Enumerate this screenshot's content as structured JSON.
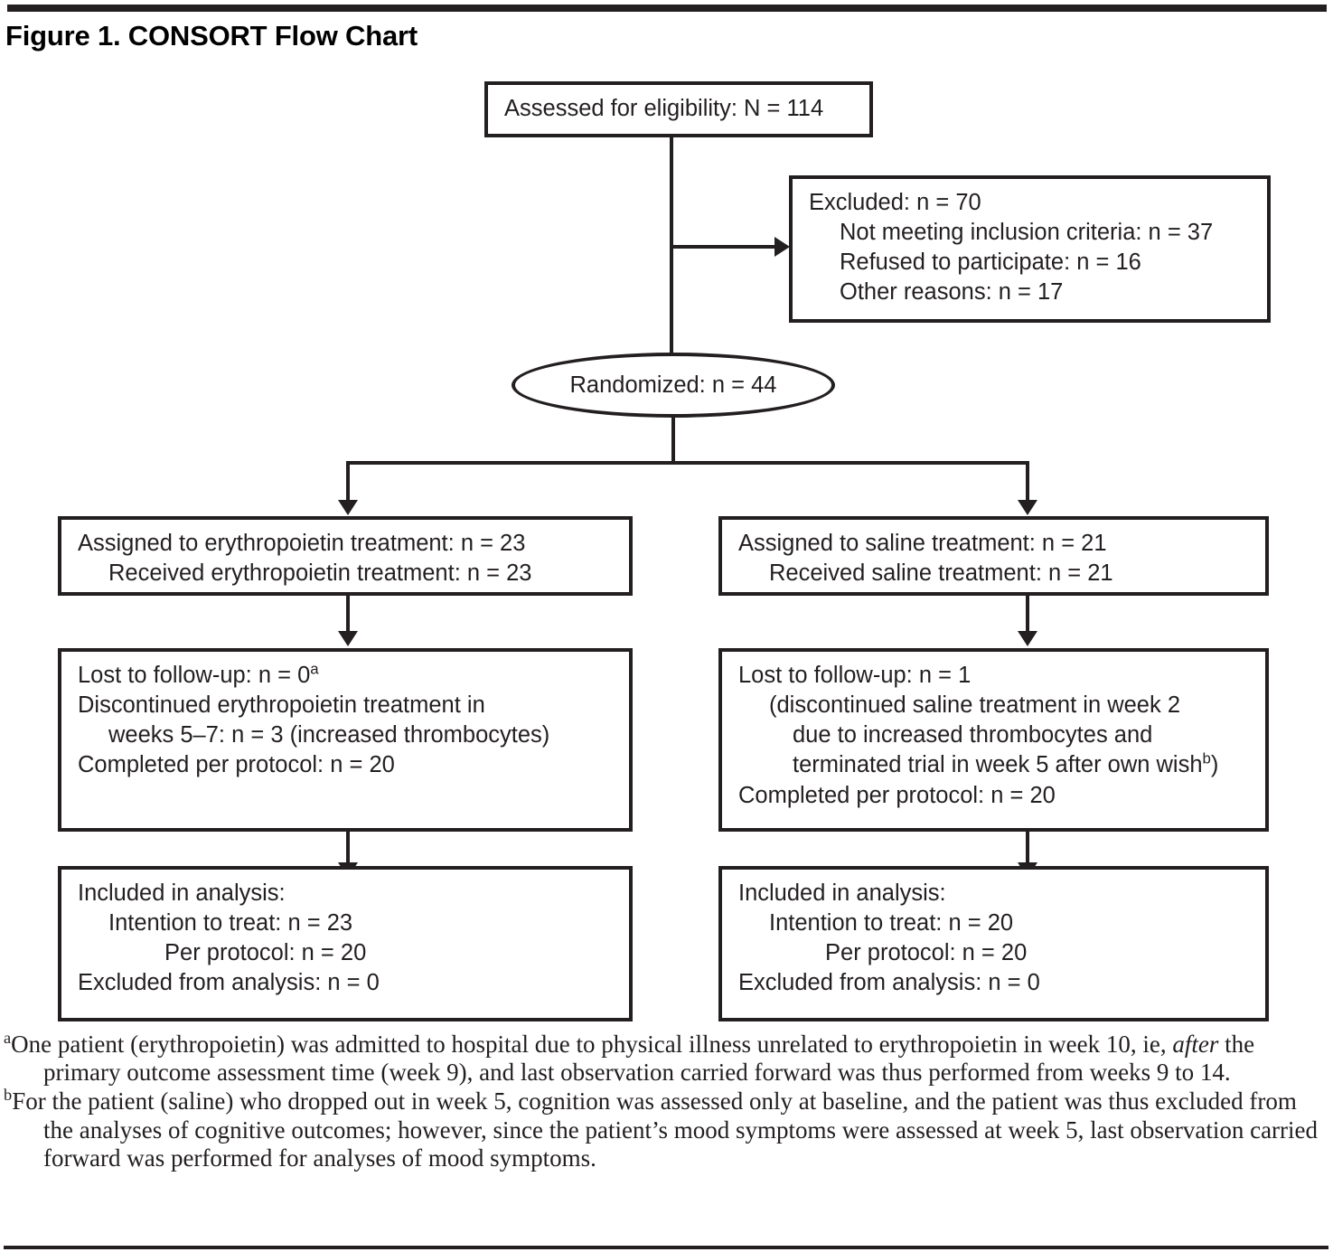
{
  "figure": {
    "title": "Figure 1. CONSORT Flow Chart"
  },
  "colors": {
    "ink": "#231f20",
    "paper": "#ffffff"
  },
  "chart_data": {
    "type": "diagram",
    "title": "Figure 1. CONSORT Flow Chart",
    "nodes": [
      {
        "id": "assessed",
        "shape": "rect",
        "lines": [
          "Assessed for eligibility: N = 114"
        ]
      },
      {
        "id": "excluded",
        "shape": "rect",
        "lines": [
          "Excluded: n = 70",
          "Not meeting inclusion criteria: n = 37",
          "Refused to participate: n = 16",
          "Other reasons: n = 17"
        ]
      },
      {
        "id": "randomized",
        "shape": "ellipse",
        "lines": [
          "Randomized: n = 44"
        ]
      },
      {
        "id": "assigned-epo",
        "shape": "rect",
        "lines": [
          "Assigned to erythropoietin treatment: n = 23",
          "Received erythropoietin treatment: n = 23"
        ]
      },
      {
        "id": "assigned-saline",
        "shape": "rect",
        "lines": [
          "Assigned to saline treatment: n = 21",
          "Received saline treatment: n = 21"
        ]
      },
      {
        "id": "followup-epo",
        "shape": "rect",
        "lines": [
          "Lost to follow-up: n = 0a",
          "Discontinued erythropoietin treatment in",
          "weeks 5–7: n = 3 (increased thrombocytes)",
          "Completed per protocol: n = 20"
        ]
      },
      {
        "id": "followup-saline",
        "shape": "rect",
        "lines": [
          "Lost to follow-up: n = 1",
          "(discontinued saline treatment in week 2",
          "due to increased thrombocytes and",
          "terminated trial in week 5 after own wishb)",
          "Completed per protocol: n = 20"
        ]
      },
      {
        "id": "analysis-epo",
        "shape": "rect",
        "lines": [
          "Included in analysis:",
          "Intention to treat: n = 23",
          "Per protocol: n = 20",
          "Excluded from analysis: n = 0"
        ]
      },
      {
        "id": "analysis-saline",
        "shape": "rect",
        "lines": [
          "Included in analysis:",
          "Intention to treat: n = 20",
          "Per protocol: n = 20",
          "Excluded from analysis: n = 0"
        ]
      }
    ],
    "edges": [
      {
        "from": "assessed",
        "to": "excluded"
      },
      {
        "from": "assessed",
        "to": "randomized"
      },
      {
        "from": "randomized",
        "to": "assigned-epo"
      },
      {
        "from": "randomized",
        "to": "assigned-saline"
      },
      {
        "from": "assigned-epo",
        "to": "followup-epo"
      },
      {
        "from": "assigned-saline",
        "to": "followup-saline"
      },
      {
        "from": "followup-epo",
        "to": "analysis-epo"
      },
      {
        "from": "followup-saline",
        "to": "analysis-saline"
      }
    ],
    "counts": {
      "assessed": 114,
      "excluded_total": 70,
      "excluded_not_meeting": 37,
      "excluded_refused": 16,
      "excluded_other": 17,
      "randomized": 44,
      "epo_assigned": 23,
      "epo_received": 23,
      "saline_assigned": 21,
      "saline_received": 21,
      "epo_lost": 0,
      "epo_discontinued": 3,
      "epo_completed": 20,
      "saline_lost": 1,
      "saline_completed": 20,
      "epo_itt": 23,
      "epo_pp": 20,
      "epo_excluded": 0,
      "saline_itt": 20,
      "saline_pp": 20,
      "saline_excluded": 0
    }
  },
  "assessed": {
    "line1": "Assessed for eligibility: N = 114"
  },
  "excluded": {
    "line1": "Excluded: n = 70",
    "line2": "Not meeting inclusion criteria: n = 37",
    "line3": "Refused to participate: n = 16",
    "line4": "Other reasons: n = 17"
  },
  "randomized": {
    "label": "Randomized: n = 44"
  },
  "assigned_epo": {
    "line1": "Assigned to erythropoietin treatment: n = 23",
    "line2": "Received erythropoietin treatment: n = 23"
  },
  "assigned_saline": {
    "line1": "Assigned to saline treatment: n = 21",
    "line2": "Received saline treatment: n = 21"
  },
  "followup_epo": {
    "line1_a": "Lost to follow-up: n = 0",
    "line1_sup": "a",
    "line2": "Discontinued erythropoietin treatment in",
    "line3": "weeks 5–7: n = 3 (increased thrombocytes)",
    "line4": "Completed per protocol: n = 20"
  },
  "followup_saline": {
    "line1": "Lost to follow-up: n = 1",
    "line2": "(discontinued saline treatment in week 2",
    "line3": "due to increased thrombocytes and",
    "line4_a": "terminated trial in week 5 after own wish",
    "line4_sup": "b",
    "line4_b": ")",
    "line5": "Completed per protocol: n = 20"
  },
  "analysis_epo": {
    "line1": "Included in analysis:",
    "line2": "Intention to treat: n = 23",
    "line3": "Per protocol: n = 20",
    "line4": "Excluded from analysis: n = 0"
  },
  "analysis_saline": {
    "line1": "Included in analysis:",
    "line2": "Intention to treat: n = 20",
    "line3": "Per protocol: n = 20",
    "line4": "Excluded from analysis: n = 0"
  },
  "footnotes": {
    "a_marker": "a",
    "a_part1": "One patient (erythropoietin) was admitted to hospital due to physical illness unrelated to erythropoietin in week 10, ie, ",
    "a_italic": "after",
    "a_part2": " the primary outcome assessment time (week 9), and last observation carried forward was thus performed from weeks 9 to 14.",
    "b_marker": "b",
    "b_text": "For the patient (saline) who dropped out in week 5, cognition was assessed only at baseline, and the patient was thus excluded from the analyses of cognitive outcomes; however, since the patient’s mood symptoms were assessed at week 5, last observation carried forward was performed for analyses of mood symptoms."
  }
}
